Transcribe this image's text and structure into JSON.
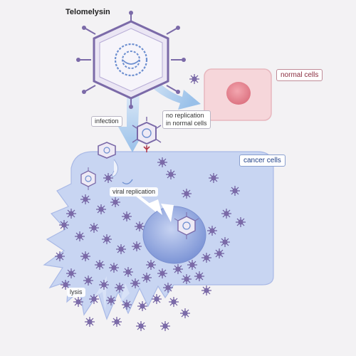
{
  "title": "Telomelysin",
  "labels": {
    "normal_cells": "normal cells",
    "cancer_cells": "cancer cells",
    "infection": "infection",
    "no_replication": "no replication\nin normal cells",
    "viral_replication": "viral replication",
    "lysis": "lysis"
  },
  "colors": {
    "background": "#f3f2f4",
    "virus": "#7b6aa8",
    "cancer_cell": "#c6d3f1",
    "cancer_nucleus": "#8aa2dd",
    "normal_cell": "#f6d8dc",
    "normal_nucleus": "#e58a95",
    "arrow": "#9cc2ea"
  }
}
